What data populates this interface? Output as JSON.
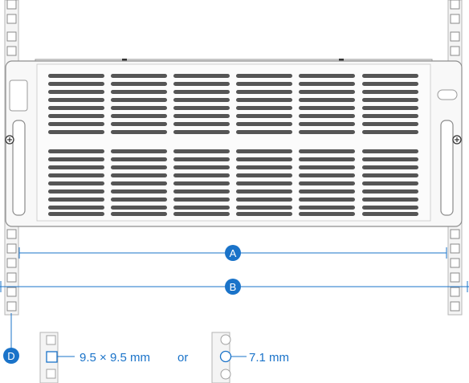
{
  "callouts": {
    "a": "A",
    "b": "B",
    "d": "D"
  },
  "hole_options": {
    "square_size": "9.5 × 9.5 mm",
    "separator": "or",
    "round_size": "7.1 mm"
  },
  "colors": {
    "accent": "#1a73c9",
    "rail_fill": "#f2f2f2",
    "rail_stroke": "#9a9a9a",
    "vent": "#555555",
    "text": "#1a73c9",
    "chassis_fill": "#f7f7f7"
  }
}
